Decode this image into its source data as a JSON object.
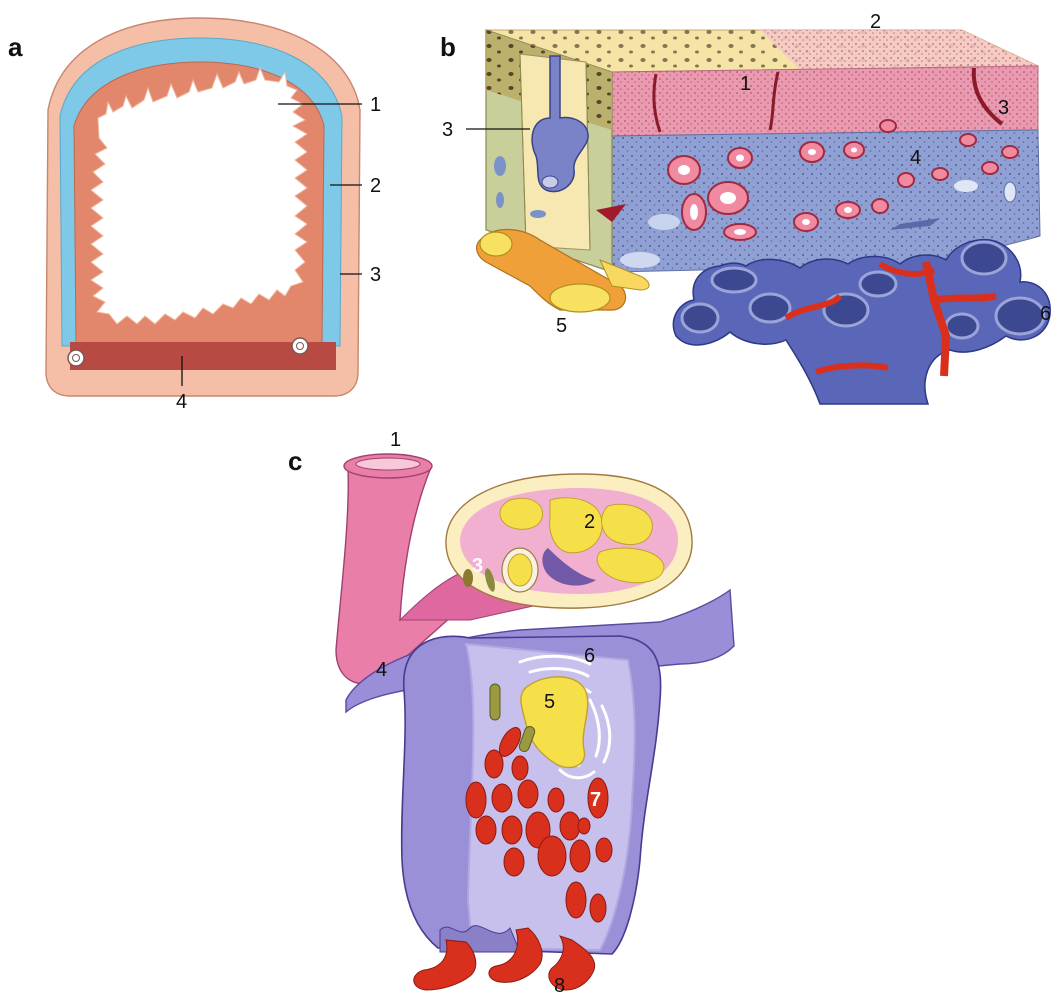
{
  "panels": {
    "a": {
      "letter": "a",
      "labels": [
        "1",
        "2",
        "3",
        "4"
      ]
    },
    "b": {
      "letter": "b",
      "labels": [
        "1",
        "2",
        "3",
        "3",
        "4",
        "5",
        "6"
      ]
    },
    "c": {
      "letter": "c",
      "labels": [
        "1",
        "2",
        "3",
        "4",
        "5",
        "6",
        "7",
        "8"
      ]
    }
  },
  "colors": {
    "outer_wall": "#f2b8a0",
    "blue_layer": "#7ec8e8",
    "mucosa": "#e2876c",
    "dark_band": "#b84a44",
    "epithelium_pink": "#e89ab0",
    "connective_blue": "#8a9bd0",
    "cell_purple": "#8a82c2",
    "yellow": "#f5e04a",
    "red": "#d9301e",
    "vessel_pink": "#e97fa8"
  }
}
